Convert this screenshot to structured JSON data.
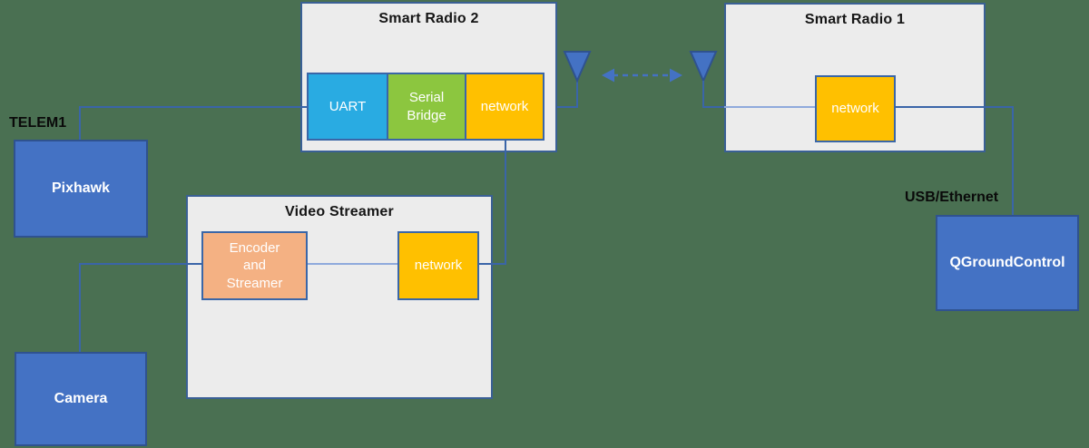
{
  "diagram": {
    "background_color": "#4A7052",
    "accent_blue": "#4472C4",
    "panel_fill": "#ECECEC",
    "panel_border": "#3A6095",
    "smart_radio_2": {
      "title": "Smart Radio 2",
      "uart_label": "UART",
      "uart_color": "#29ABE2",
      "serial_bridge_lines": [
        "Serial",
        "Bridge"
      ],
      "serial_bridge_color": "#8CC63F",
      "network_label": "network",
      "network_color": "#FFC000"
    },
    "smart_radio_1": {
      "title": "Smart Radio 1",
      "network_label": "network",
      "network_color": "#FFC000"
    },
    "video_streamer": {
      "title": "Video Streamer",
      "encoder_lines": [
        "Encoder",
        "and",
        "Streamer"
      ],
      "encoder_color": "#F4B183",
      "network_label": "network",
      "network_color": "#FFC000"
    },
    "devices": {
      "pixhawk_label": "Pixhawk",
      "camera_label": "Camera",
      "qgroundcontrol_label": "QGroundControl",
      "fill_color": "#4472C4",
      "border_color": "#2F528F"
    },
    "port_labels": {
      "telem1": "TELEM1",
      "usb_ethernet": "USB/Ethernet"
    }
  }
}
